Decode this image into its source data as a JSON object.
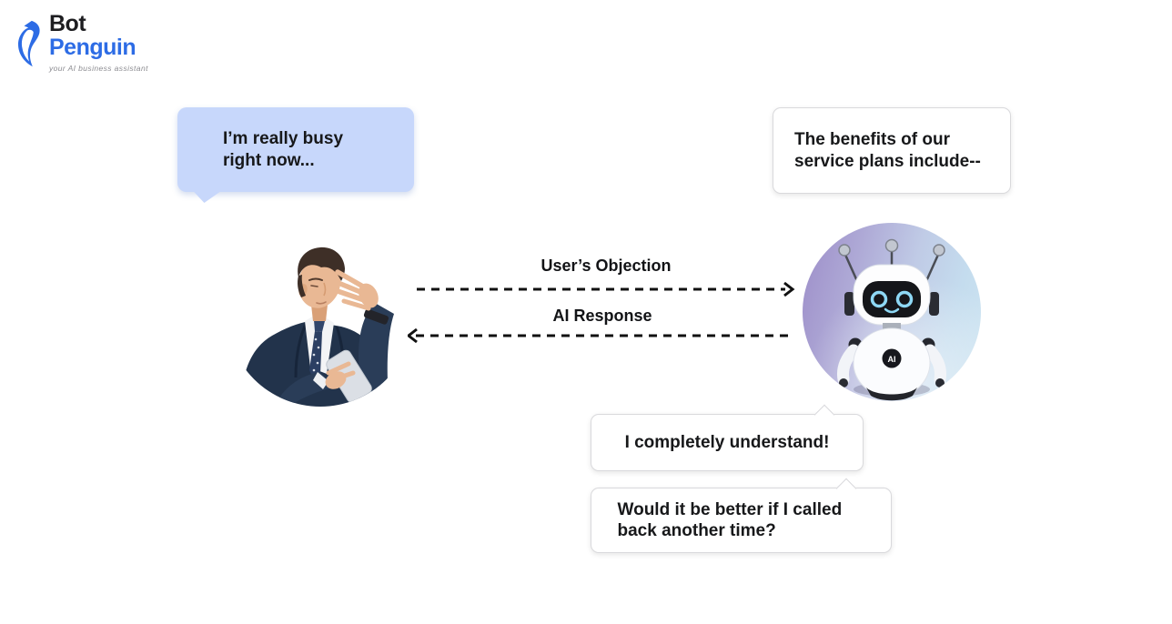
{
  "logo": {
    "line1": "Bot",
    "line2": "Penguin",
    "tagline": "your AI business assistant"
  },
  "user_side": {
    "objection_bubble": "I’m really busy right now..."
  },
  "bot_side": {
    "pitch_bubble": "The benefits of our service plans include--",
    "understand_bubble": "I completely understand!",
    "callback_bubble": "Would it be better if I called back another time?",
    "chest_badge": "AI"
  },
  "flow": {
    "objection_label": "User’s Objection",
    "response_label": "AI Response"
  },
  "colors": {
    "brand_blue": "#2d6ce5",
    "user_bubble_bg": "#c7d7fb",
    "arrow": "#111111",
    "text": "#17181a",
    "robot_circle_gradient": [
      "#9c8cc8",
      "#c0cbe6",
      "#cfe6f2"
    ]
  }
}
